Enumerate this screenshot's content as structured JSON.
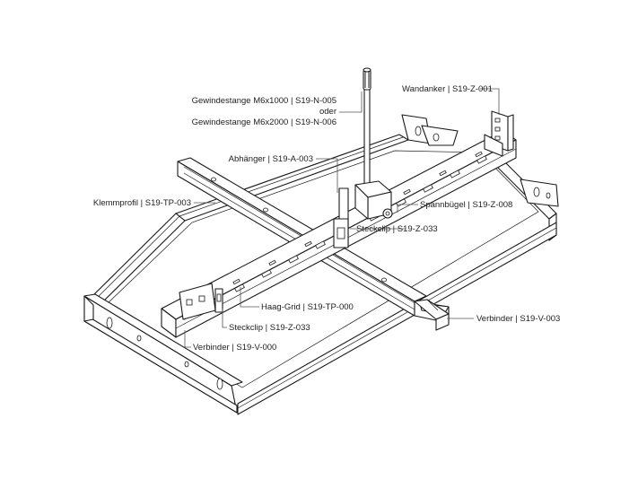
{
  "labels": {
    "gewindestange_1": "Gewindestange M6x1000 | S19-N-005",
    "gewindestange_oder": "oder",
    "gewindestange_2": "Gewindestange M6x2000 | S19-N-006",
    "wandanker": "Wandanker | S19-Z-001",
    "abhaenger": "Abhänger | S19-A-003",
    "klemmprofil": "Klemmprofil | S19-TP-003",
    "spannbuegel": "Spannbügel | S19-Z-008",
    "steckclip_right": "Steckclip | S19-Z-033",
    "haag_grid": "Haag-Grid | S19-TP-000",
    "steckclip_left": "Steckclip | S19-Z-033",
    "verbinder_right": "Verbinder | S19-V-003",
    "verbinder_left": "Verbinder | S19-V-000"
  }
}
